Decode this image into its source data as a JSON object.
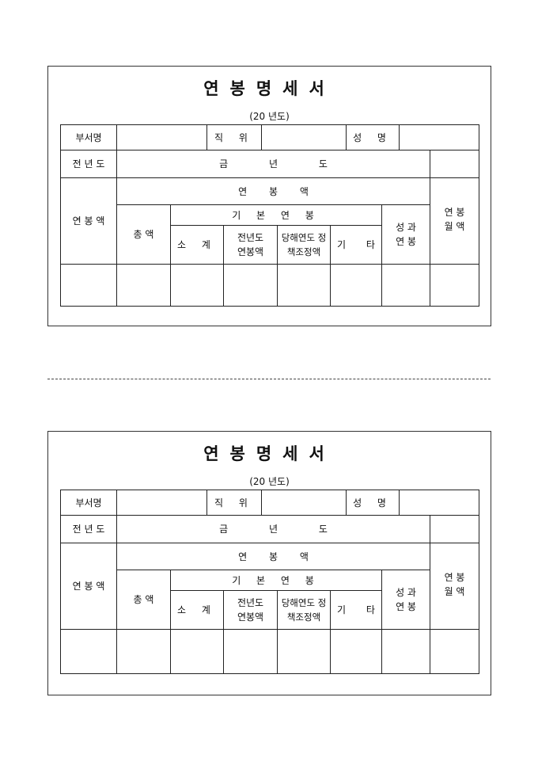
{
  "forms": [
    {
      "title": "연봉명세서",
      "year_label": "(20    년도)",
      "row1": {
        "dept": "부서명",
        "position": "직 위",
        "name": "성 명"
      },
      "row2": {
        "prev_year": "전 년 도",
        "this_year": "금 년 도"
      },
      "row3": {
        "salary_label": "연 봉 액",
        "salary_header": "연 봉 액",
        "monthly": "연 봉 월 액"
      },
      "row4": {
        "total": "총 액",
        "base": "기 본 연 봉",
        "perf": "성 과 연 봉"
      },
      "row5": {
        "subtotal": "소 계",
        "prev_salary": "전년도 연봉액",
        "adjust": "당해연도 정책조정액",
        "other": "기 타"
      }
    },
    {
      "title": "연봉명세서",
      "year_label": "(20    년도)",
      "row1": {
        "dept": "부서명",
        "position": "직 위",
        "name": "성 명"
      },
      "row2": {
        "prev_year": "전 년 도",
        "this_year": "금 년 도"
      },
      "row3": {
        "salary_label": "연 봉 액",
        "salary_header": "연 봉 액",
        "monthly": "연 봉 월 액"
      },
      "row4": {
        "total": "총 액",
        "base": "기 본 연 봉",
        "perf": "성 과 연 봉"
      },
      "row5": {
        "subtotal": "소 계",
        "prev_salary": "전년도 연봉액",
        "adjust": "당해연도 정책조정액",
        "other": "기 타"
      }
    }
  ]
}
